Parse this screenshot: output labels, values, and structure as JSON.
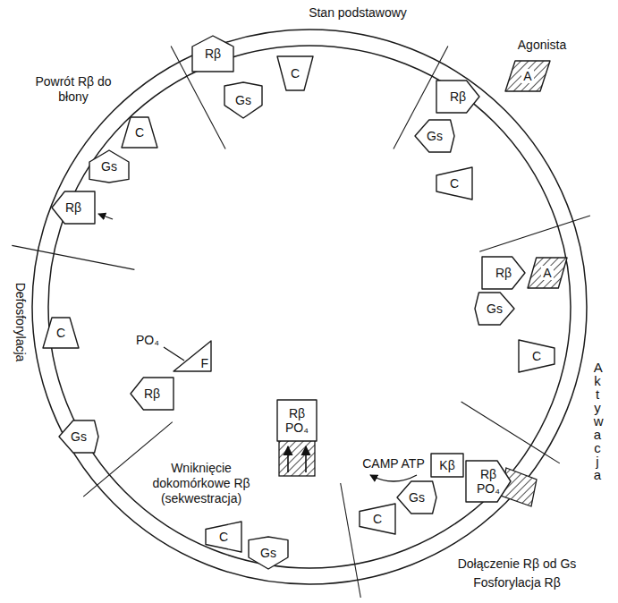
{
  "diagram": {
    "nodes": [
      {
        "text": [
          "Rβ"
        ]
      },
      {
        "text": [
          "Gs"
        ]
      },
      {
        "text": [
          "C"
        ]
      },
      {
        "text": [
          "A"
        ]
      },
      {
        "text": [
          "Rβ"
        ]
      },
      {
        "text": [
          "Gs"
        ]
      },
      {
        "text": [
          "C"
        ]
      },
      {
        "text": [
          "Rβ"
        ]
      },
      {
        "text": [
          "A"
        ]
      },
      {
        "text": [
          "Gs"
        ]
      },
      {
        "text": [
          "C"
        ]
      },
      {
        "text": [
          "Kβ"
        ]
      },
      {
        "text": [
          "Rβ",
          "PO₄"
        ]
      },
      {
        "text": [
          "Gs"
        ]
      },
      {
        "text": [
          "C"
        ]
      },
      {
        "text": [
          "Rβ",
          "PO₄"
        ]
      },
      {
        "text": [
          "Gs"
        ]
      },
      {
        "text": [
          "C"
        ]
      },
      {
        "text": [
          "F"
        ]
      },
      {
        "text": [
          "Rβ"
        ]
      },
      {
        "text": [
          "Gs"
        ]
      },
      {
        "text": [
          "C"
        ]
      },
      {
        "text": [
          "Rβ"
        ]
      },
      {
        "text": [
          "Gs"
        ]
      },
      {
        "text": [
          "C"
        ]
      }
    ],
    "labels": [
      "Stan podstawowy",
      "Agonista",
      "Aktywacja",
      "Dołączenie Rβ od Gs",
      "Fosforylacja Rβ",
      "CAMP ATP",
      "Wniknięcie dokomórkowe Rβ (sekwestracja)",
      "PO₄",
      "Defosforylacja",
      "Powrót Rβ do błony"
    ]
  }
}
